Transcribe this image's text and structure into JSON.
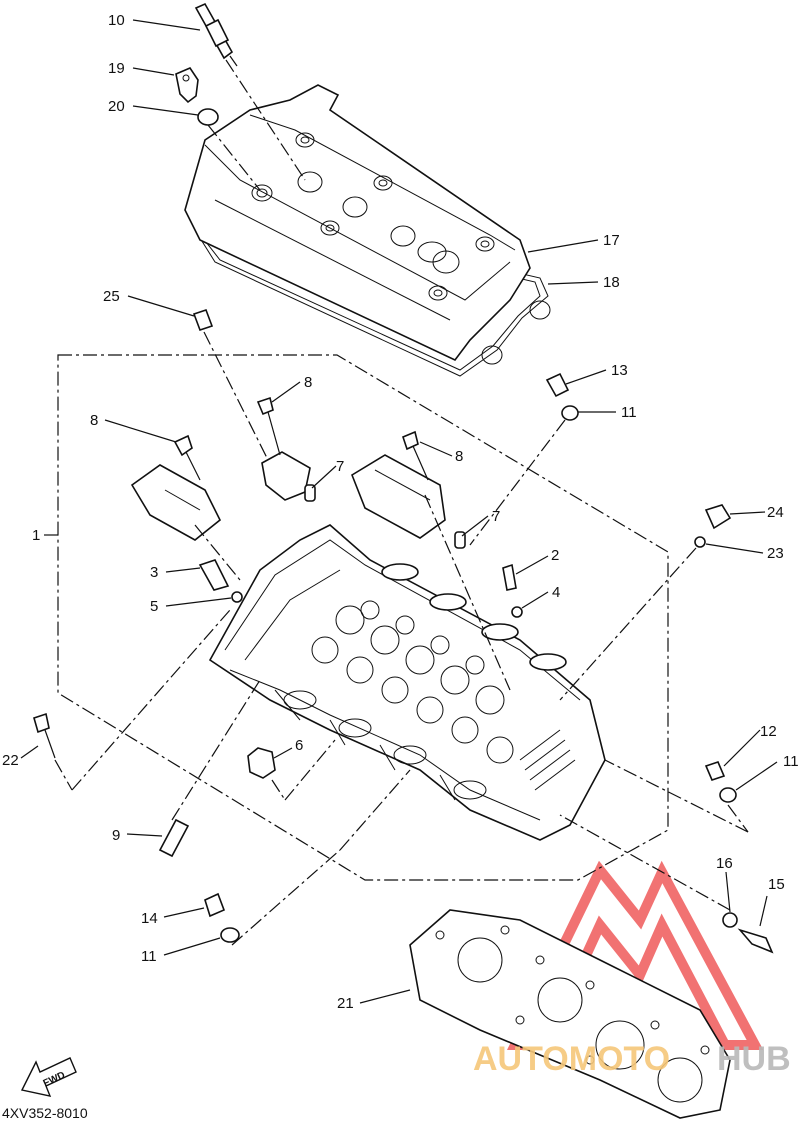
{
  "diagram": {
    "code": "4XV352-8010",
    "direction_label": "FWD",
    "watermark": {
      "text_1": "AUTOMOTO",
      "text_2": "HUB",
      "color_1": "#f6c77a",
      "color_2": "#b9b9b9",
      "logo_color": "#ef5a5a"
    },
    "callouts": [
      {
        "id": "c10a",
        "label": "10"
      },
      {
        "id": "c19",
        "label": "19"
      },
      {
        "id": "c20",
        "label": "20"
      },
      {
        "id": "c17",
        "label": "17"
      },
      {
        "id": "c18",
        "label": "18"
      },
      {
        "id": "c25",
        "label": "25"
      },
      {
        "id": "c13",
        "label": "13"
      },
      {
        "id": "c11a",
        "label": "11"
      },
      {
        "id": "c8a",
        "label": "8"
      },
      {
        "id": "c8b",
        "label": "8"
      },
      {
        "id": "c8c",
        "label": "8"
      },
      {
        "id": "c7a",
        "label": "7"
      },
      {
        "id": "c7b",
        "label": "7"
      },
      {
        "id": "c24",
        "label": "24"
      },
      {
        "id": "c23",
        "label": "23"
      },
      {
        "id": "c1",
        "label": "1"
      },
      {
        "id": "c2",
        "label": "2"
      },
      {
        "id": "c3",
        "label": "3"
      },
      {
        "id": "c4",
        "label": "4"
      },
      {
        "id": "c5",
        "label": "5"
      },
      {
        "id": "c6",
        "label": "6"
      },
      {
        "id": "c12",
        "label": "12"
      },
      {
        "id": "c11b",
        "label": "11"
      },
      {
        "id": "c22",
        "label": "22"
      },
      {
        "id": "c9",
        "label": "9"
      },
      {
        "id": "c16",
        "label": "16"
      },
      {
        "id": "c15",
        "label": "15"
      },
      {
        "id": "c14",
        "label": "14"
      },
      {
        "id": "c11c",
        "label": "11"
      },
      {
        "id": "c21",
        "label": "21"
      }
    ]
  }
}
